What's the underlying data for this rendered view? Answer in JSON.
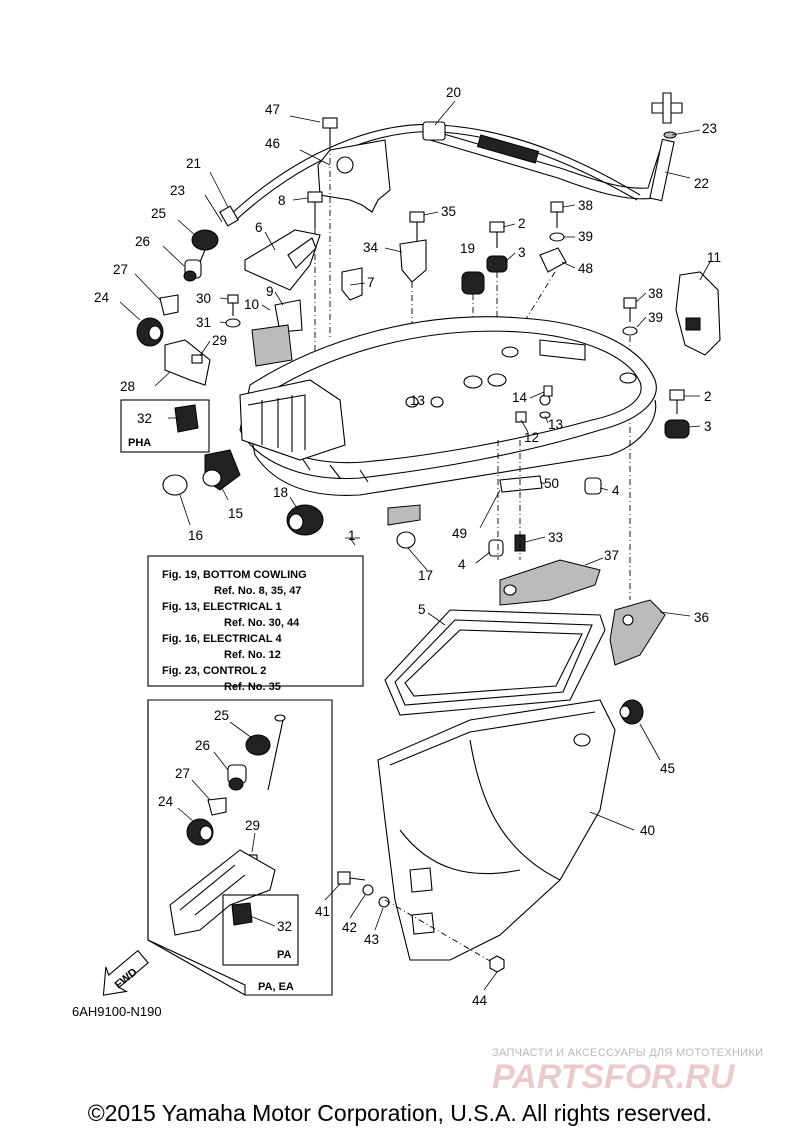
{
  "reference_box": {
    "lines": [
      "Fig. 19, BOTTOM COWLING",
      "Ref. No. 8, 35, 47",
      "Fig. 13, ELECTRICAL 1",
      "Ref. No. 30, 44",
      "Fig. 16, ELECTRICAL 4",
      "Ref. No. 12",
      "Fig. 23, CONTROL 2",
      "Ref. No. 35"
    ]
  },
  "tags": {
    "pha": "PHA",
    "pa": "PA",
    "pa_ea": "PA, EA",
    "fwd": "FWD"
  },
  "drawing_code": "6AH9100-N190",
  "watermark": {
    "small": "ЗАПЧАСТИ И АКСЕССУАРЫ ДЛЯ МОТОТЕХНИКИ",
    "brand": "PARTSFOR.RU"
  },
  "copyright": "©2015 Yamaha Motor Corporation, U.S.A. All rights reserved.",
  "callouts": {
    "c1": "1",
    "c2a": "2",
    "c2b": "2",
    "c3a": "3",
    "c3b": "3",
    "c4a": "4",
    "c4b": "4",
    "c5": "5",
    "c6": "6",
    "c7": "7",
    "c8": "8",
    "c9": "9",
    "c10": "10",
    "c11": "11",
    "c12": "12",
    "c13a": "13",
    "c13b": "13",
    "c14": "14",
    "c15": "15",
    "c16": "16",
    "c17": "17",
    "c18": "18",
    "c19": "19",
    "c20": "20",
    "c21": "21",
    "c22": "22",
    "c23a": "23",
    "c23b": "23",
    "c24a": "24",
    "c24b": "24",
    "c25a": "25",
    "c25b": "25",
    "c26a": "26",
    "c26b": "26",
    "c27a": "27",
    "c27b": "27",
    "c28": "28",
    "c29a": "29",
    "c29b": "29",
    "c30": "30",
    "c31": "31",
    "c32a": "32",
    "c32b": "32",
    "c33": "33",
    "c34": "34",
    "c35": "35",
    "c36": "36",
    "c37": "37",
    "c38a": "38",
    "c38b": "38",
    "c39a": "39",
    "c39b": "39",
    "c40": "40",
    "c41": "41",
    "c42": "42",
    "c43": "43",
    "c44": "44",
    "c45": "45",
    "c46": "46",
    "c47": "47",
    "c48": "48",
    "c49": "49",
    "c50": "50"
  }
}
